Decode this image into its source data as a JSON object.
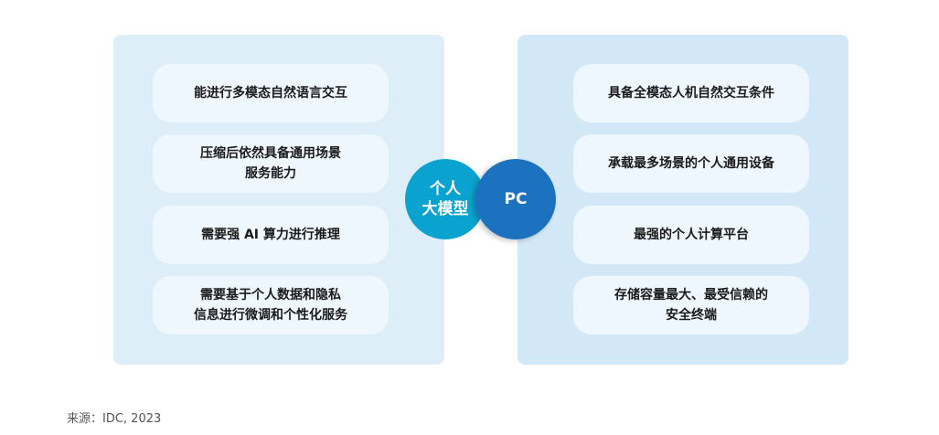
{
  "left_panel": {
    "items": [
      "能进行多模态自然语言交互",
      "压缩后依然具备通用场景\n服务能力",
      "需要强 AI 算力进行推理",
      "需要基于个人数据和隐私\n信息进行微调和个性化服务"
    ]
  },
  "right_panel": {
    "items": [
      "具备全模态人机自然交互条件",
      "承载最多场景的个人通用设备",
      "最强的个人计算平台",
      "存储容量最大、最受信赖的\n安全终端"
    ]
  },
  "circles": {
    "model": "个人\n大模型",
    "pc": "PC"
  },
  "colors": {
    "model_circle": "#0aa3cf",
    "pc_circle": "#1d72c0",
    "left_panel_bg": "#deeef9",
    "right_panel_bg": "#d3e8f6"
  },
  "source": "来源：IDC, 2023"
}
